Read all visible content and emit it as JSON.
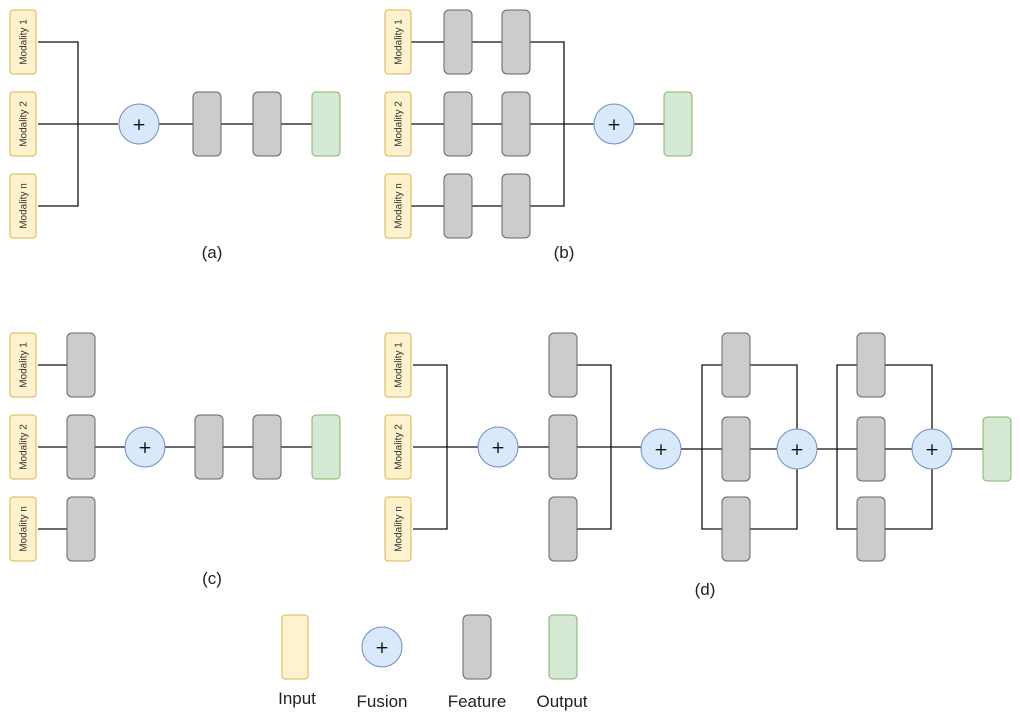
{
  "modality_labels": [
    "Modality 1",
    "Modality 2",
    "Modality n"
  ],
  "fusion_symbol": "+",
  "captions": {
    "a": "(a)",
    "b": "(b)",
    "c": "(c)",
    "d": "(d)"
  },
  "legend": [
    {
      "kind": "input",
      "label": "Input"
    },
    {
      "kind": "fusion",
      "label": "Fusion"
    },
    {
      "kind": "feature",
      "label": "Feature"
    },
    {
      "kind": "output",
      "label": "Output"
    }
  ],
  "colors": {
    "input_fill": "#fff2cc",
    "input_stroke": "#d6b656",
    "fusion_fill": "#dae8fc",
    "fusion_stroke": "#6c8ebf",
    "feature_fill": "#cccccc",
    "feature_stroke": "#666666",
    "output_fill": "#d5e8d4",
    "output_stroke": "#82b366",
    "line": "#111111"
  }
}
